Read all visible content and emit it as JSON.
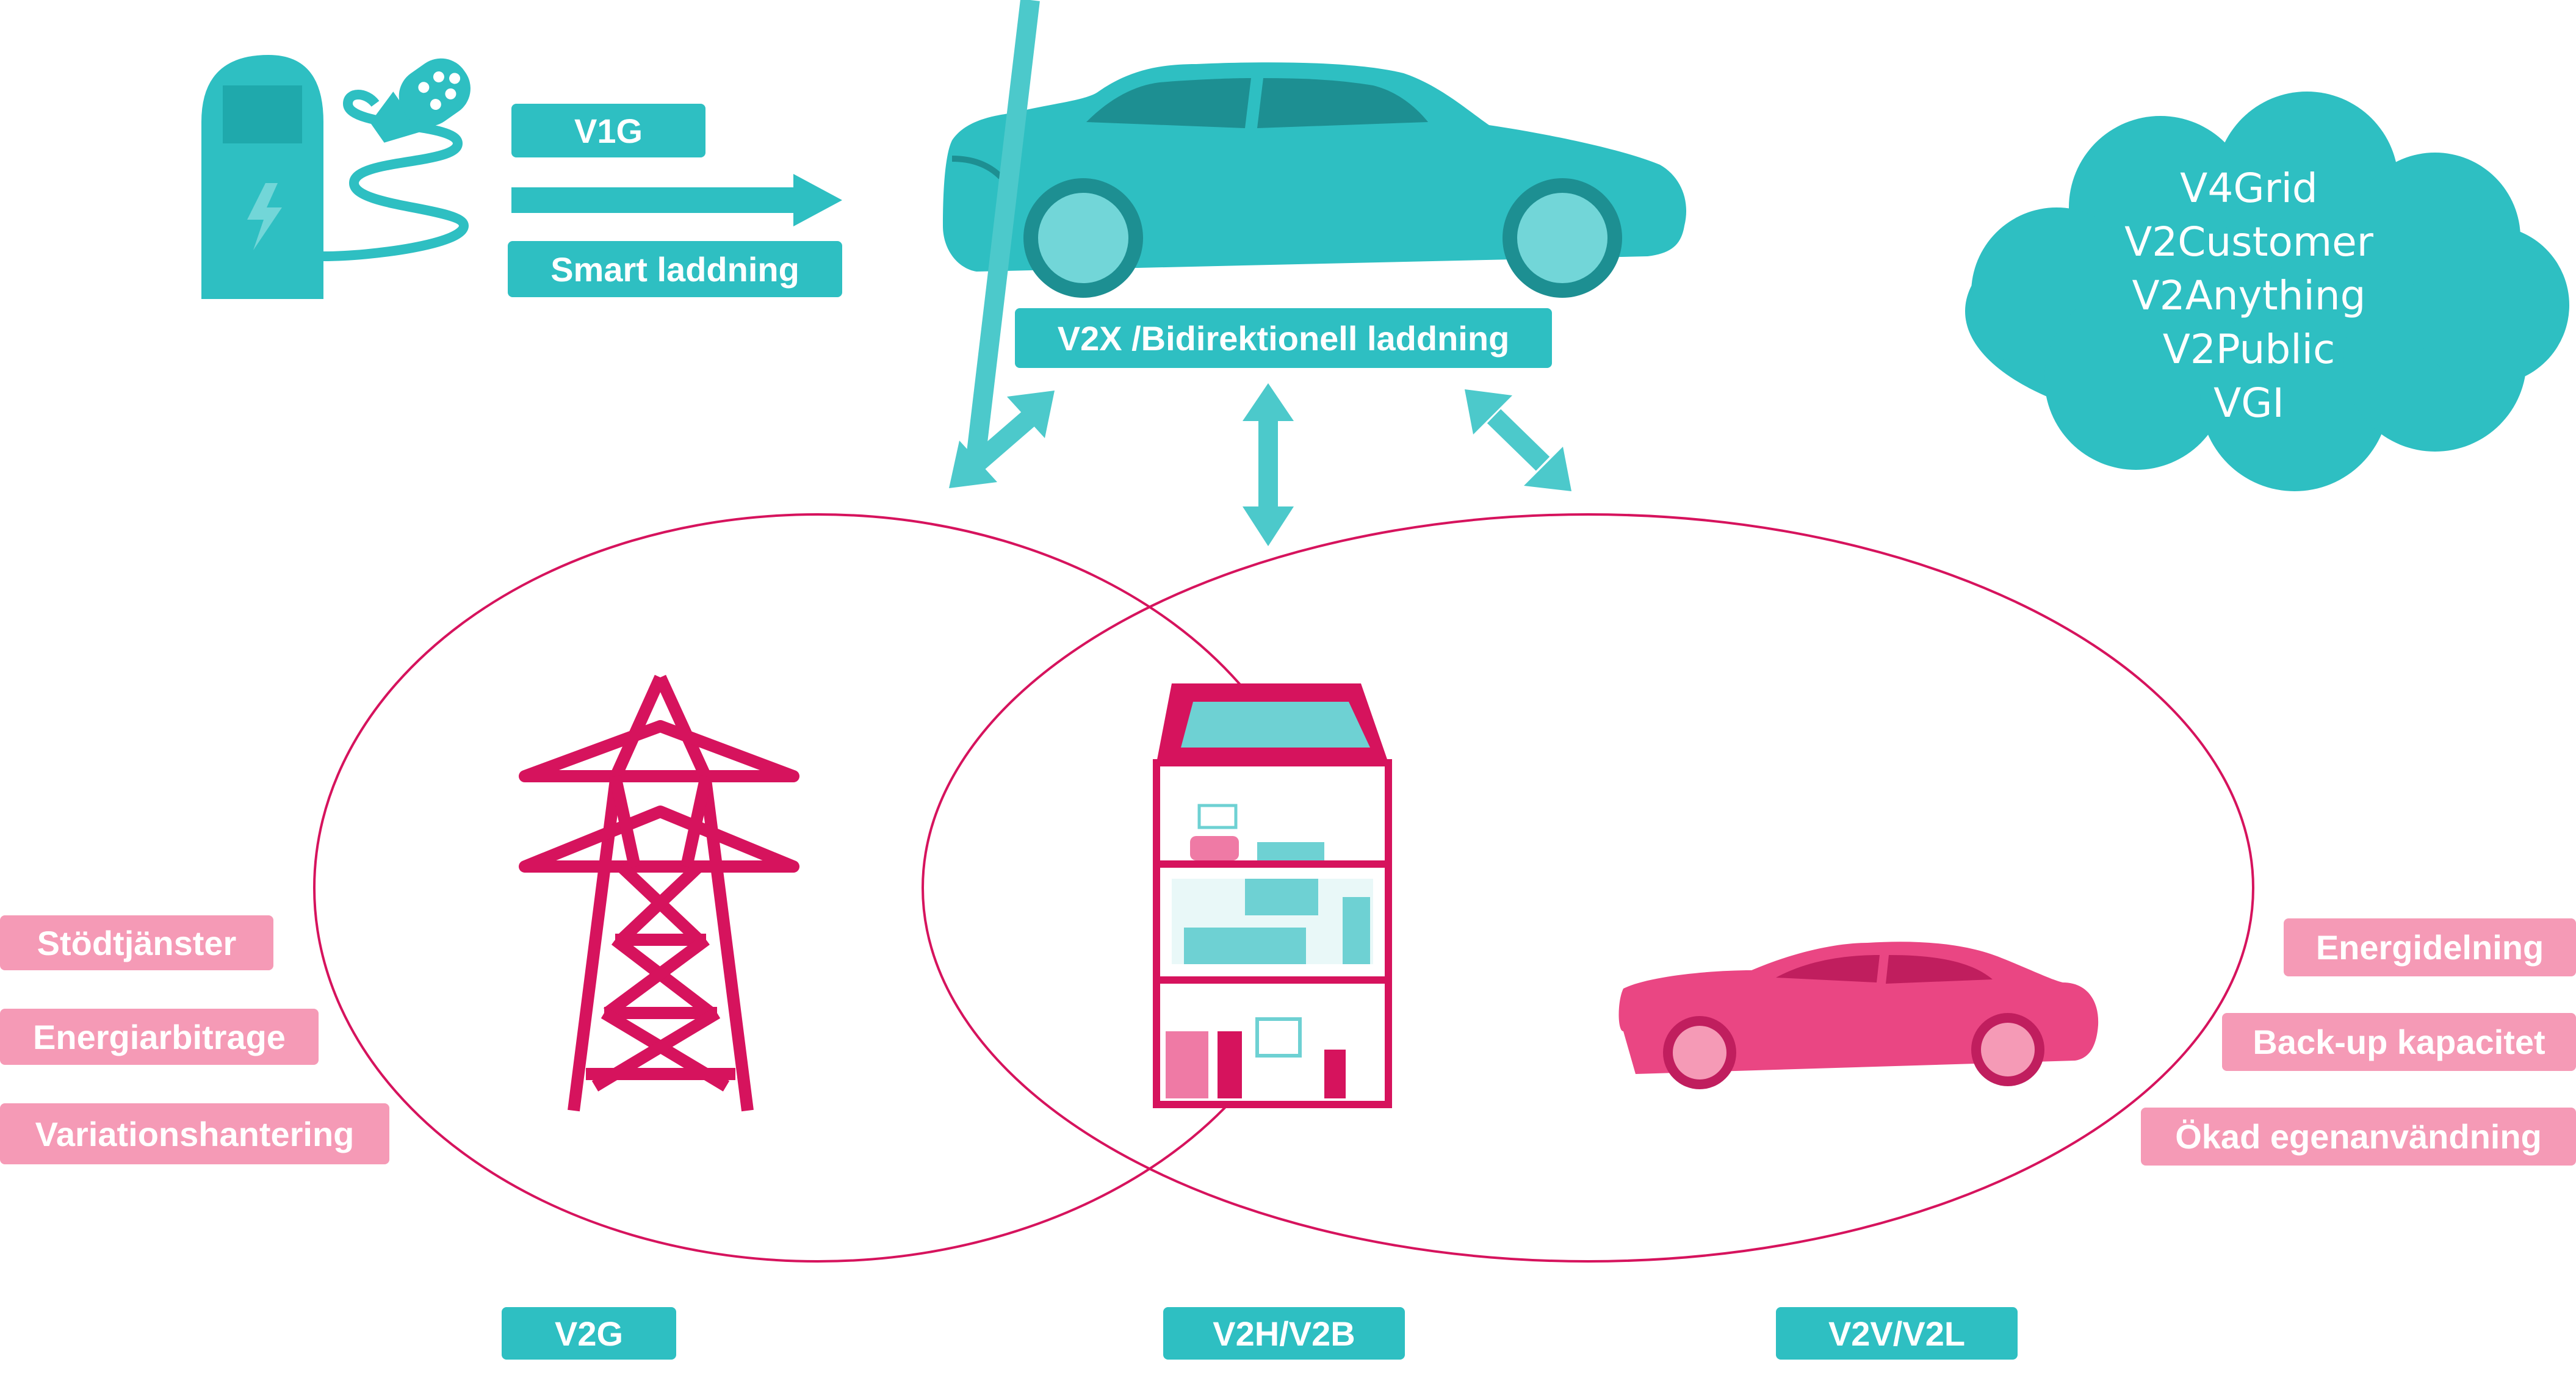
{
  "colors": {
    "teal": "#2ebfc2",
    "teal_dark": "#1d8f92",
    "teal_light": "#72d6d8",
    "pink": "#d6135d",
    "pink_light": "#f59ab6",
    "car_pink": "#ea4683"
  },
  "top": {
    "v1g_label": "V1G",
    "smart_charging_label": "Smart laddning",
    "v2x_label": "V2X /Bidirektionell laddning"
  },
  "cloud": {
    "items": [
      "V4Grid",
      "V2Customer",
      "V2Anything",
      "V2Public",
      "VGI"
    ]
  },
  "left_benefits": [
    "Stödtjänster",
    "Energiarbitrage",
    "Variationshantering"
  ],
  "right_benefits": [
    "Energidelning",
    "Back-up kapacitet",
    "Ökad egenanvändning"
  ],
  "bottom_labels": {
    "v2g": "V2G",
    "v2h": "V2H/V2B",
    "v2v": "V2V/V2L"
  },
  "icons": [
    "charging-station-icon",
    "ev-plug-icon",
    "teal-car-icon",
    "pylon-icon",
    "house-icon",
    "pink-car-icon",
    "cloud-icon",
    "double-arrow-icon"
  ]
}
